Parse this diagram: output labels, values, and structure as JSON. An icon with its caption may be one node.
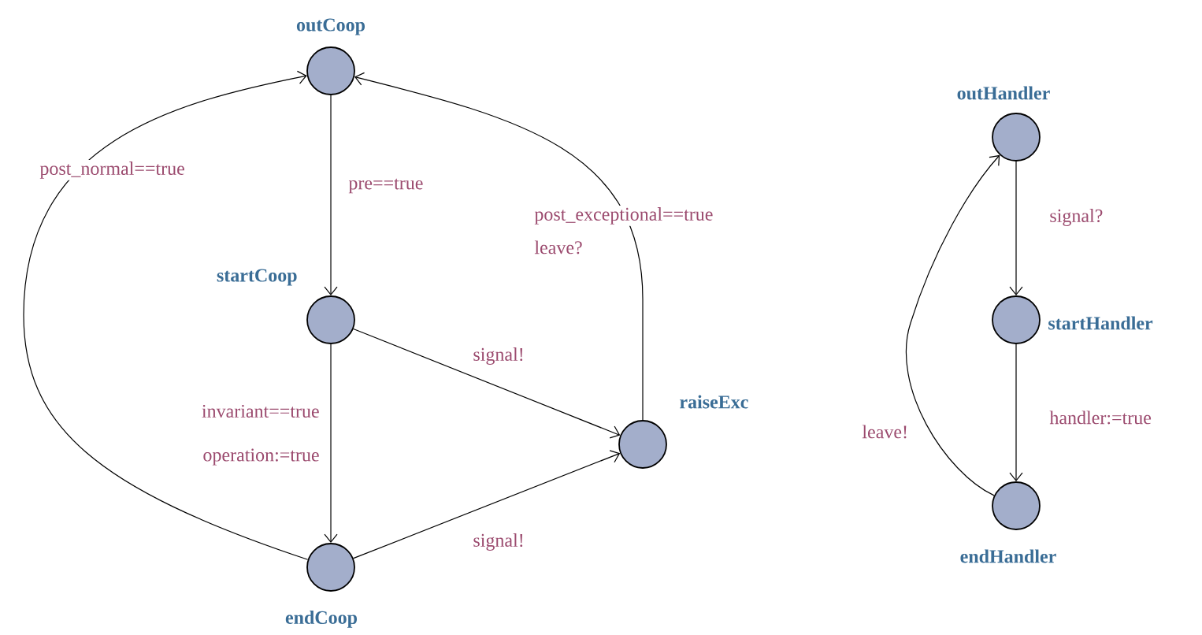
{
  "diagram": {
    "nodes": [
      {
        "text": [
          "outCoop"
        ]
      },
      {
        "text": [
          "startCoop"
        ]
      },
      {
        "text": [
          "raiseExc"
        ]
      },
      {
        "text": [
          "endCoop"
        ]
      },
      {
        "text": [
          "outHandler"
        ]
      },
      {
        "text": [
          "startHandler"
        ]
      },
      {
        "text": [
          "endHandler"
        ]
      }
    ],
    "edges": [
      {
        "from": 0,
        "to": 1,
        "arrow": "to",
        "label": "pre==true"
      },
      {
        "from": 1,
        "to": 3,
        "arrow": "to",
        "label": "invariant==true"
      },
      {
        "from": 1,
        "to": 2,
        "arrow": "to",
        "label": "signal!"
      },
      {
        "from": 3,
        "to": 2,
        "arrow": "to",
        "label": "signal!"
      },
      {
        "from": 3,
        "to": 0,
        "arrow": "to",
        "label": "post_normal==true"
      },
      {
        "from": 2,
        "to": 0,
        "arrow": "to",
        "label": "post_exceptional==true"
      },
      {
        "from": 4,
        "to": 5,
        "arrow": "to",
        "label": "signal?"
      },
      {
        "from": 5,
        "to": 6,
        "arrow": "to",
        "label": "handler:=true"
      },
      {
        "from": 6,
        "to": 4,
        "arrow": "to",
        "label": "leave!"
      }
    ],
    "labels": [
      "leave?",
      "operation:=true"
    ]
  }
}
